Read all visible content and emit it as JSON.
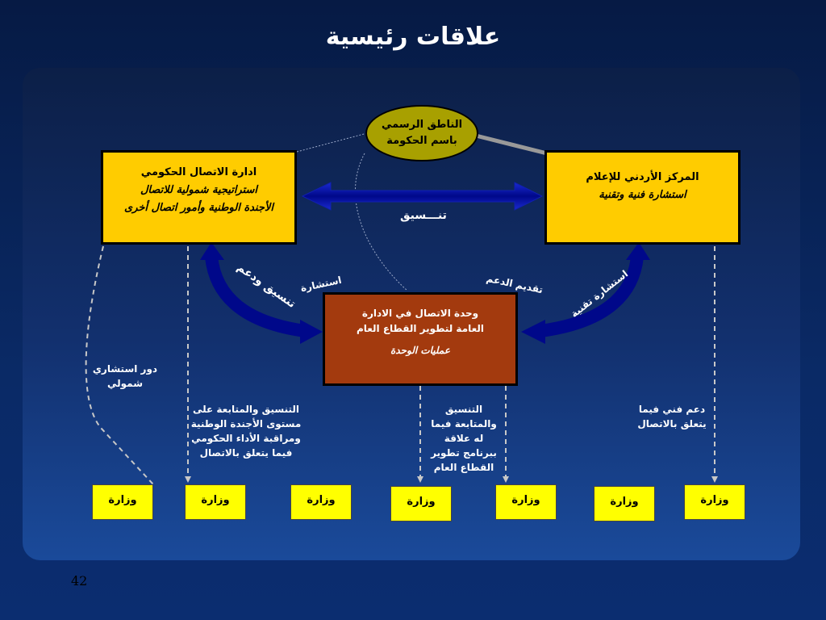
{
  "title": "علاقات رئيسية",
  "spokesman": {
    "line1": "الناطق الرسمي",
    "line2": "باسم الحكومة"
  },
  "gov_comm": {
    "line1": "ادارة الاتصال الحكومي",
    "line2": "استراتيجية شمولية للاتصال",
    "line3": "الأجندة الوطنية وأمور اتصال أخرى"
  },
  "jordan_media": {
    "line1": "المركز الأردني للإعلام",
    "line2": "استشارة فنية وتقنية"
  },
  "unit": {
    "line1": "وحدة الاتصال في الادارة",
    "line2": "العامة لتطوير القطاع العام",
    "line3": "عمليات الوحدة"
  },
  "labels": {
    "coordination": "تنـــسيق",
    "coord_support": "تنسيق ودعم",
    "consulting": "استشارة",
    "support_provision": "تقديم الدعم",
    "tech_consulting": "استشارة تقنية",
    "advisory_role_1": "دور استشاري",
    "advisory_role_2": "شمولي",
    "follow_up_1": "التنسيق والمتابعة على",
    "follow_up_2": "مستوى الأجندة الوطنية",
    "follow_up_3": "ومراقبة الأداء الحكومي",
    "follow_up_4": "فيما يتعلق بالاتصال",
    "unit_coord_1": "التنسيق",
    "unit_coord_2": "والمتابعة فيما",
    "unit_coord_3": "له علاقة",
    "unit_coord_4": "ببرنامج تطوير",
    "unit_coord_5": "القطاع العام",
    "tech_support_1": "دعم فني فيما",
    "tech_support_2": "يتعلق بالاتصال"
  },
  "ministries": [
    "وزارة",
    "وزارة",
    "وزارة",
    "وزارة",
    "وزارة",
    "وزارة",
    "وزارة"
  ],
  "page_number": "42",
  "colors": {
    "box_yellow": "#ffcc00",
    "box_brown": "#a33a0e",
    "arrow": "#000a8c",
    "ministry": "#ffff00"
  }
}
